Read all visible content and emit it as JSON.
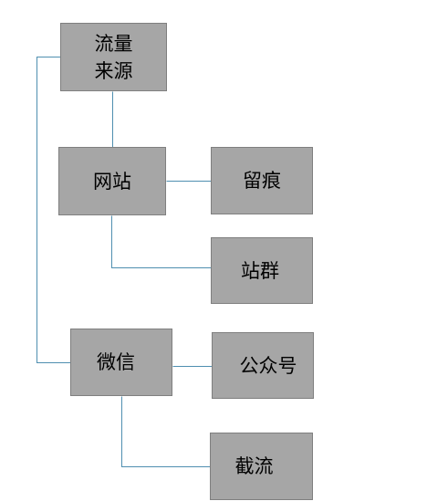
{
  "diagram": {
    "line_color": "#4f8fb0",
    "box_fill": "#a6a6a6",
    "box_border": "#7f7f7f",
    "nodes": {
      "traffic_source": "流量\n来源",
      "website": "网站",
      "trace": "留痕",
      "site_group": "站群",
      "wechat": "微信",
      "public_account": "公众号",
      "intercept": "截流"
    }
  }
}
